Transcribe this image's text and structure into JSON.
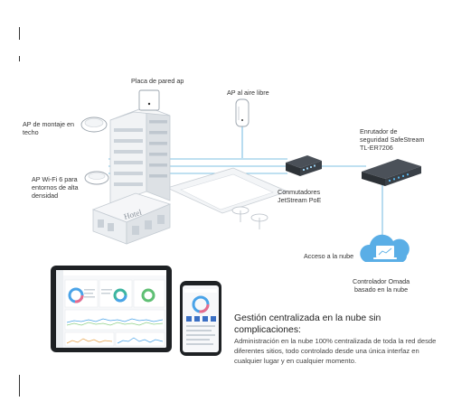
{
  "labels": {
    "wall_ap": "Placa de pared ap",
    "outdoor_ap": "AP al aire libre",
    "ceiling_ap": "AP de montaje en\ntecho",
    "wifi6_ap": "AP Wi-Fi 6 para\nentornos de alta\ndensidad",
    "router": "Enrutador de\nseguridad SafeStream\nTL-ER7206",
    "switches": "Conmutadores\nJetStream PoE",
    "cloud_access": "Acceso a la nube",
    "controller": "Controlador Omada\nbasado en la nube",
    "hotel_sign": "Hotel"
  },
  "feature": {
    "title": "Gestión centralizada en la nube sin\ncomplicaciones:",
    "description": "Administración en la nube 100% centralizada de toda la red desde diferentes sitios, todo controlado desde una única interfaz en cualquier lugar y en cualquier momento."
  },
  "colors": {
    "link": "#7fc0e3",
    "accent": "#1a8fd6",
    "building": "#eef0f2",
    "building_shade": "#d9dde1",
    "window": "#c7ced5"
  }
}
